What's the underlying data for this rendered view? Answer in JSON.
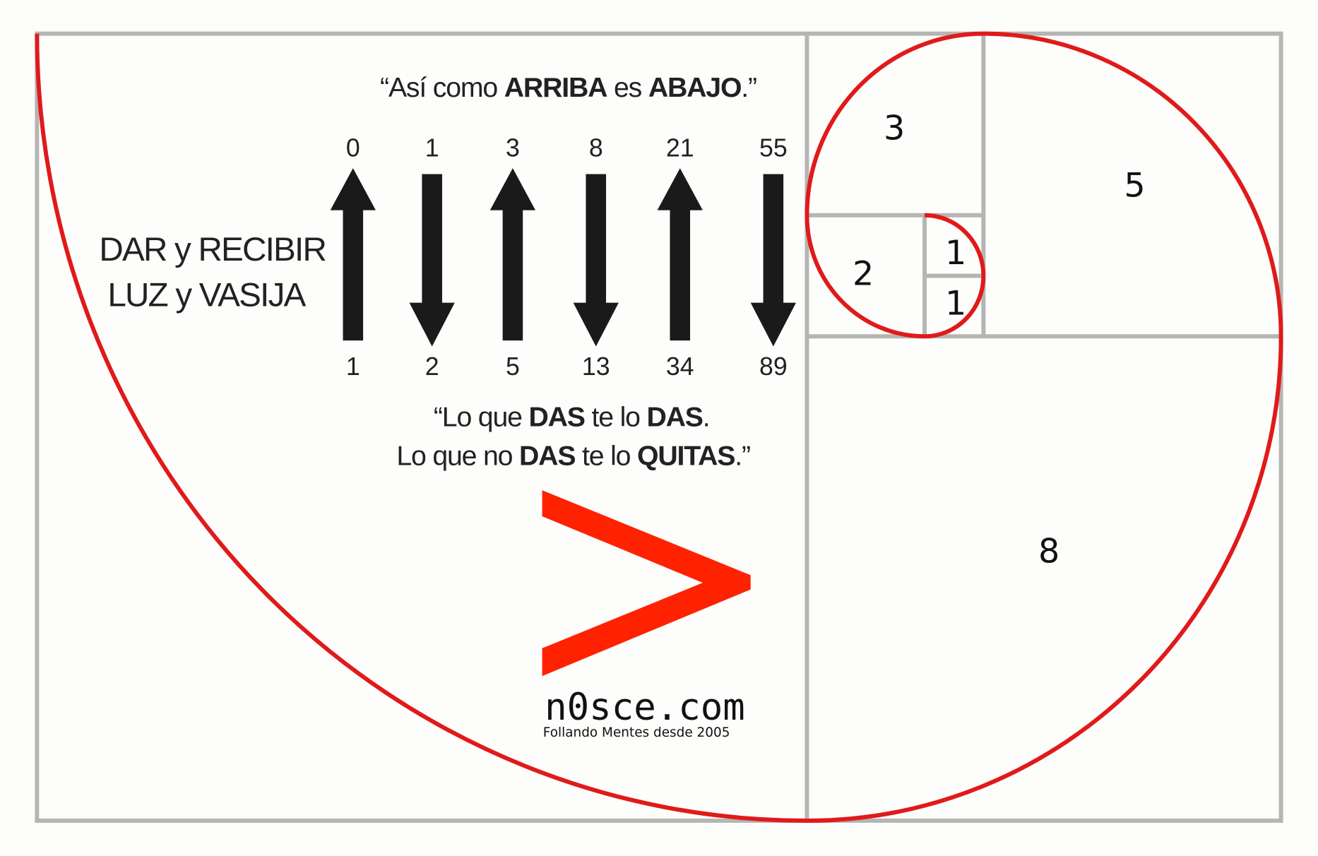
{
  "colors": {
    "spiral": "#e01a1a",
    "grid": "#b5b5b3",
    "chevron": "#ff2200",
    "ink": "#1a1a1a"
  },
  "quote_top": {
    "open": "“Así como ",
    "w1": "ARRIBA",
    "mid": " es ",
    "w2": "ABAJO",
    "close": ".”"
  },
  "left_label": {
    "line1": "DAR y RECIBIR",
    "line2": "LUZ y VASIJA"
  },
  "arrows": [
    {
      "top": "0",
      "bottom": "1",
      "direction": "up"
    },
    {
      "top": "1",
      "bottom": "2",
      "direction": "down"
    },
    {
      "top": "3",
      "bottom": "5",
      "direction": "up"
    },
    {
      "top": "8",
      "bottom": "13",
      "direction": "down"
    },
    {
      "top": "21",
      "bottom": "34",
      "direction": "up"
    },
    {
      "top": "55",
      "bottom": "89",
      "direction": "down"
    }
  ],
  "quote_bottom": {
    "l1_a": "“Lo que ",
    "l1_b": "DAS",
    "l1_c": " te lo ",
    "l1_d": "DAS",
    "l1_e": ".",
    "l2_a": "Lo que no ",
    "l2_b": "DAS",
    "l2_c": " te lo ",
    "l2_d": "QUITAS",
    "l2_e": ".”"
  },
  "squares": {
    "s3": "3",
    "s5": "5",
    "s2": "2",
    "s1a": "1",
    "s1b": "1",
    "s8": "8"
  },
  "logo": {
    "name": "n0sce.com",
    "tagline": "Follando Mentes desde 2005"
  }
}
